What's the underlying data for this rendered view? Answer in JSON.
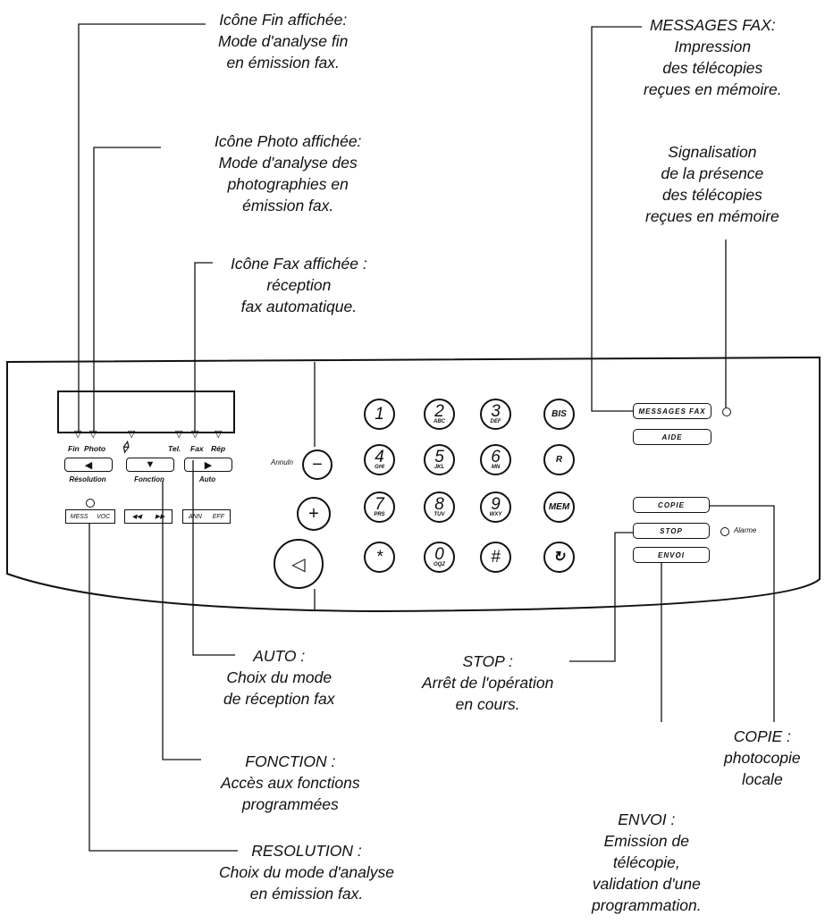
{
  "callouts": {
    "fin": [
      "Icône Fin affichée:",
      "Mode d'analyse fin",
      "en émission fax."
    ],
    "photo": [
      "Icône Photo affichée:",
      "Mode d'analyse des",
      "photographies en",
      "émission fax."
    ],
    "fax": [
      "Icône Fax affichée :",
      "réception",
      "fax automatique."
    ],
    "messages": [
      "MESSAGES FAX:",
      "Impression",
      "des télécopies",
      "reçues en mémoire."
    ],
    "signal": [
      "Signalisation",
      "de la présence",
      "des télécopies",
      "reçues en mémoire"
    ],
    "auto": [
      "AUTO :",
      "Choix du mode",
      "de réception fax"
    ],
    "stop": [
      "STOP :",
      "Arrêt de l'opération",
      "en cours."
    ],
    "copie": [
      "COPIE :",
      "photocopie",
      "locale"
    ],
    "fonction": [
      "FONCTION :",
      "Accès aux fonctions",
      "programmées"
    ],
    "envoi": [
      "ENVOI :",
      "Emission de",
      "télécopie,",
      "validation d'une",
      "programmation."
    ],
    "resolution": [
      "RESOLUTION :",
      "Choix du mode d'analyse",
      "en émission fax."
    ]
  },
  "panel": {
    "lcd_icons": {
      "fin": "Fin",
      "photo": "Photo",
      "tel": "Tel.",
      "fax": "Fax",
      "rep": "Rép"
    },
    "nav_labels": {
      "left": "Résolution",
      "middle": "Fonction",
      "right": "Auto"
    },
    "small_buttons": {
      "mess": "MESS",
      "voc": "VOC",
      "rew": "◀◀",
      "fwd": "▶▶",
      "ann": "ANN",
      "eff": "EFF"
    },
    "annuler": "Annuln",
    "minus": "−",
    "plus": "+",
    "keys": [
      {
        "d": "1",
        "l": ""
      },
      {
        "d": "2",
        "l": "ABC"
      },
      {
        "d": "3",
        "l": "DEF"
      },
      {
        "d": "4",
        "l": "GHI"
      },
      {
        "d": "5",
        "l": "JKL"
      },
      {
        "d": "6",
        "l": "MN"
      },
      {
        "d": "7",
        "l": "PRS"
      },
      {
        "d": "8",
        "l": "TUV"
      },
      {
        "d": "9",
        "l": "WXY"
      },
      {
        "d": "*",
        "l": ""
      },
      {
        "d": "0",
        "l": "OQZ"
      },
      {
        "d": "#",
        "l": ""
      }
    ],
    "fn_keys": {
      "bis": "BIS",
      "r": "R",
      "mem": "MEM"
    },
    "right_buttons": {
      "messages_fax": "MESSAGES FAX",
      "aide": "AIDE",
      "copie": "COPIE",
      "stop": "STOP",
      "envoi": "ENVOI"
    },
    "alarme": "Alarme"
  }
}
